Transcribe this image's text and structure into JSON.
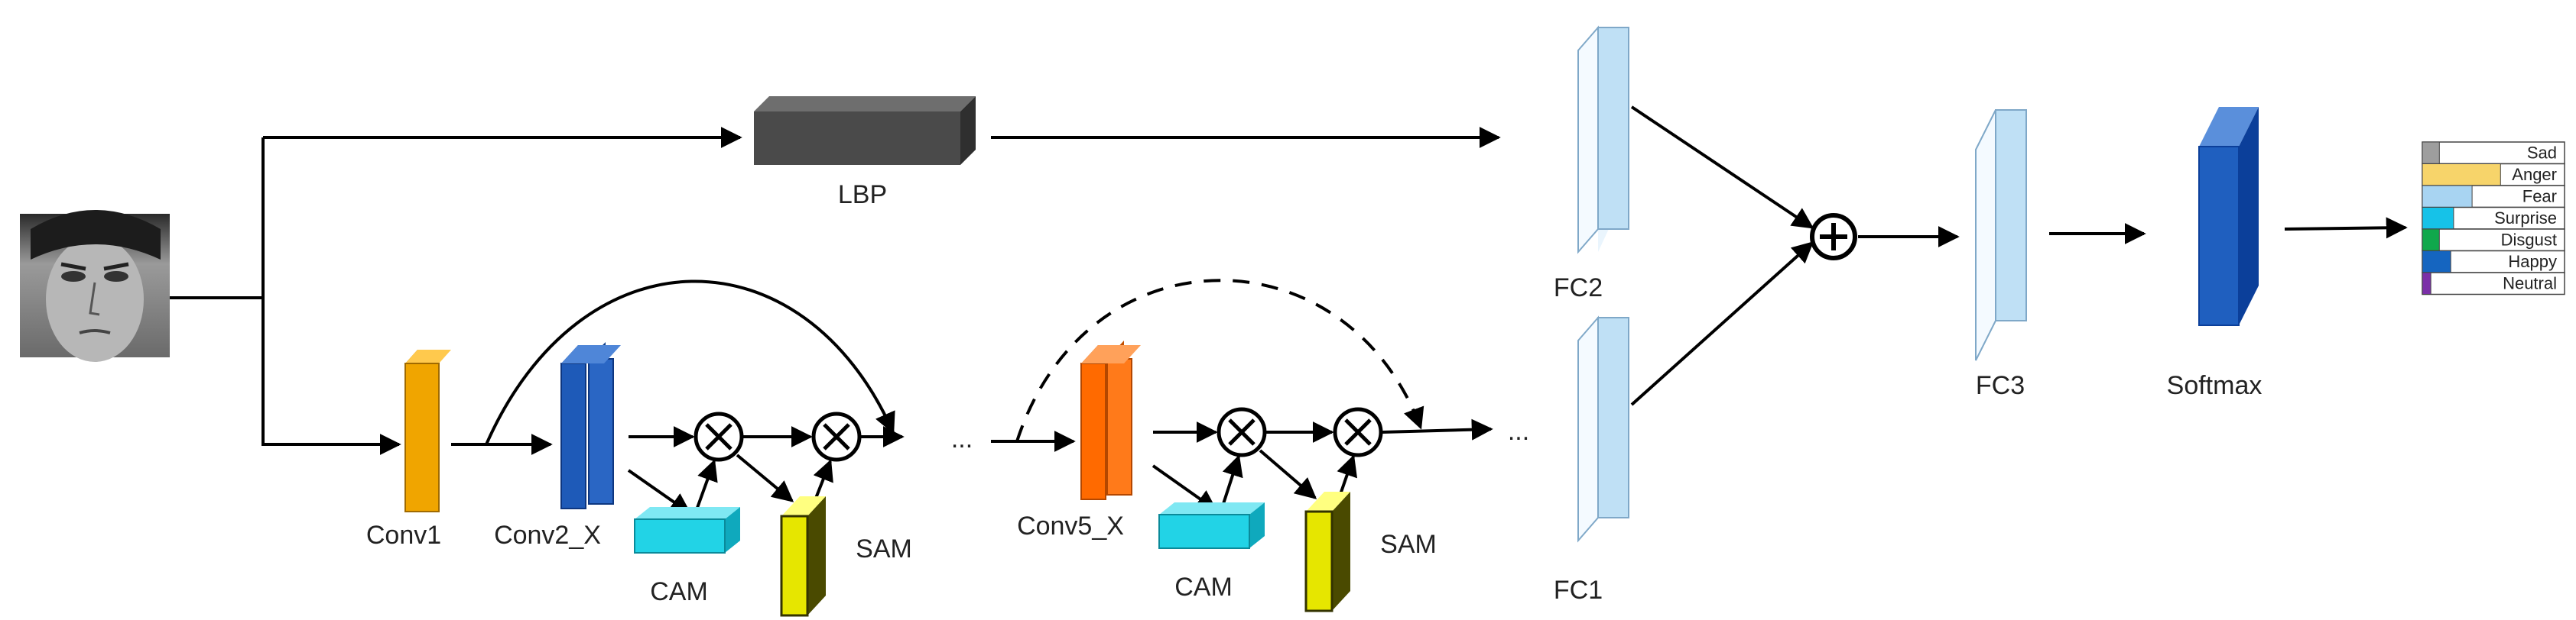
{
  "labels": {
    "lbp": "LBP",
    "conv1": "Conv1",
    "conv2x": "Conv2_X",
    "cam_a": "CAM",
    "sam_a": "SAM",
    "conv5x": "Conv5_X",
    "cam_b": "CAM",
    "sam_b": "SAM",
    "fc2": "FC2",
    "fc1": "FC1",
    "fc3": "FC3",
    "softmax": "Softmax",
    "ellipsis_a": "...",
    "ellipsis_b": "..."
  },
  "emotions": [
    {
      "label": "Sad",
      "color": "#9e9e9e",
      "fill": 0.12
    },
    {
      "label": "Anger",
      "color": "#f7d46a",
      "fill": 0.55
    },
    {
      "label": "Fear",
      "color": "#a8d4f2",
      "fill": 0.35
    },
    {
      "label": "Surprise",
      "color": "#16c2e8",
      "fill": 0.22
    },
    {
      "label": "Disgust",
      "color": "#10a84c",
      "fill": 0.12
    },
    {
      "label": "Happy",
      "color": "#1565c0",
      "fill": 0.2
    },
    {
      "label": "Neutral",
      "color": "#7b2fa8",
      "fill": 0.06
    }
  ],
  "colors": {
    "conv1": "#f0a500",
    "conv2": "#1e5ab8",
    "conv5": "#ff6a00",
    "cam": "#22d3e6",
    "sam": "#e6e600",
    "fc": "#bfe0f5",
    "softmax": "#1f5fbf",
    "lbp": "#4a4a4a"
  },
  "icons": {
    "multiply": "circled-times-icon",
    "sum": "circled-plus-icon",
    "input": "face-image"
  }
}
